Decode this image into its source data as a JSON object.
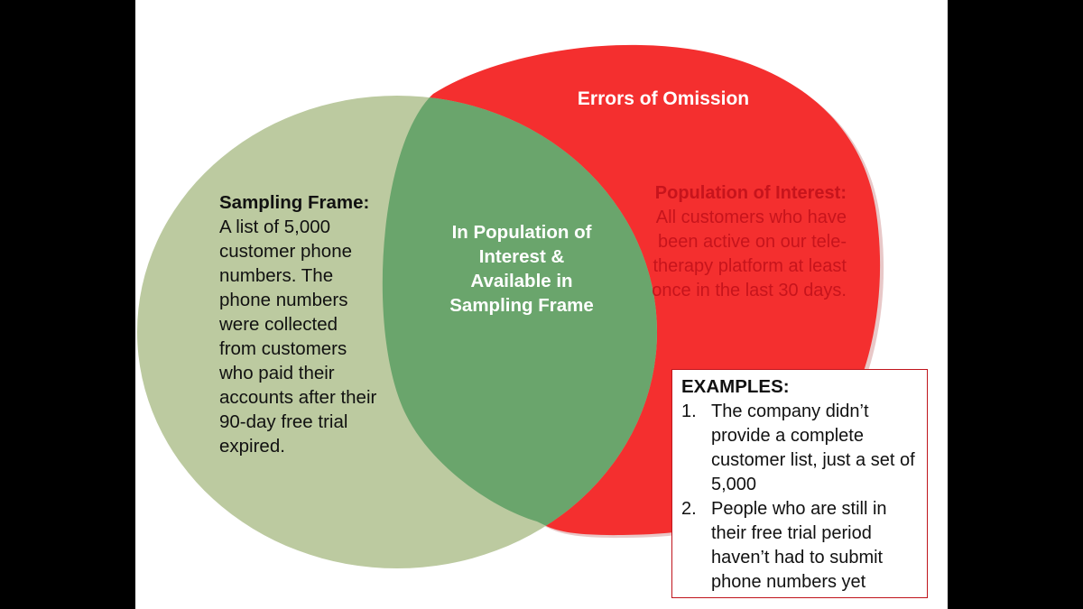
{
  "diagram": {
    "type": "venn",
    "colors": {
      "background": "#ffffff",
      "letterbox": "#000000",
      "sampling_frame_fill": "#bccaa0",
      "population_fill": "#f42f2f",
      "intersection_fill": "#6aa56c",
      "population_text": "#c7141c",
      "box_border": "#c0141c"
    },
    "omission_label": "Errors of Omission",
    "sampling_frame": {
      "heading": "Sampling Frame:",
      "description": "A list of 5,000 customer phone numbers.  The phone numbers were collected from customers who paid their accounts after their 90-day free trial expired."
    },
    "intersection": {
      "label": "In Population of Interest & Available in Sampling Frame"
    },
    "population": {
      "heading": "Population of Interest:",
      "description": "All customers who have been active on our tele-therapy platform at least once in the last 30 days."
    },
    "examples": {
      "title": "EXAMPLES:",
      "items": [
        {
          "number": "1.",
          "text": "The company didn’t provide a complete customer list, just a set of 5,000"
        },
        {
          "number": "2.",
          "text": "People who are still in their free trial period haven’t had to submit phone numbers yet"
        }
      ]
    }
  }
}
